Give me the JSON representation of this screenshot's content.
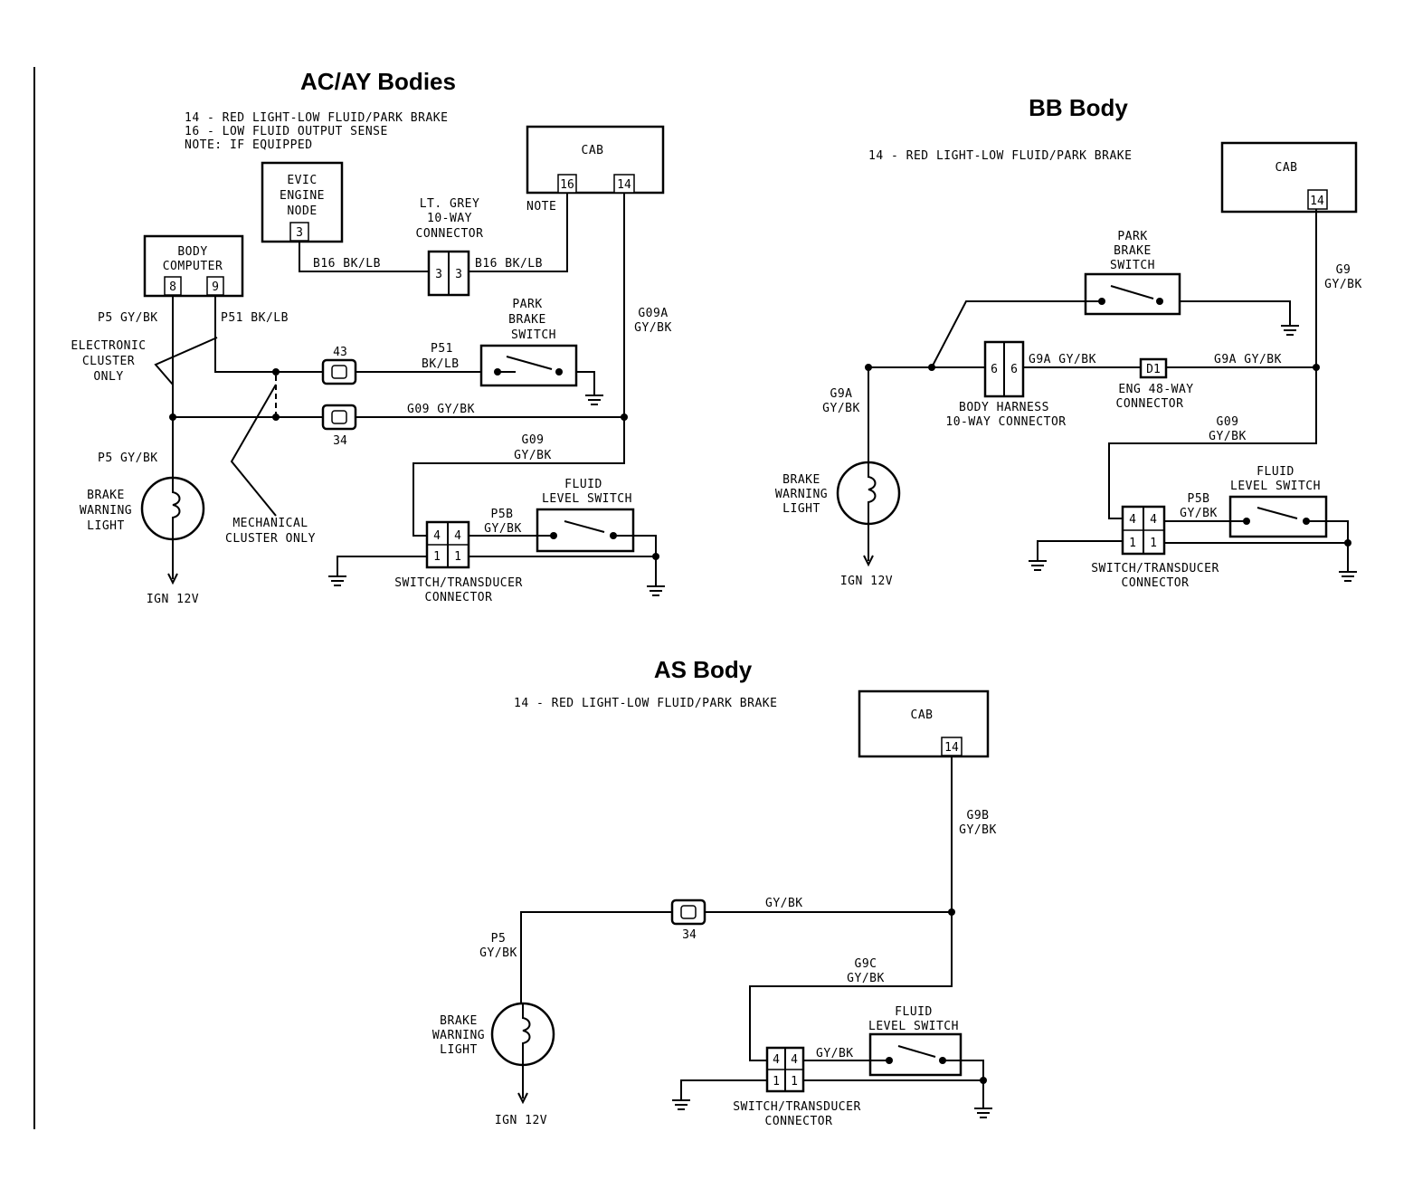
{
  "ac": {
    "title": "AC/AY Bodies",
    "legend": [
      "14 - RED LIGHT-LOW FLUID/PARK BRAKE",
      "16 - LOW FLUID OUTPUT SENSE",
      "NOTE: IF EQUIPPED"
    ],
    "cab": "CAB",
    "cab_pin_a": "16",
    "cab_pin_b": "14",
    "note": "NOTE",
    "evic": [
      "EVIC",
      "ENGINE",
      "NODE"
    ],
    "evic_pin": "3",
    "connector": [
      "LT. GREY",
      "10-WAY",
      "CONNECTOR"
    ],
    "conn_pin_a": "3",
    "conn_pin_b": "3",
    "b16_left": "B16 BK/LB",
    "b16_right": "B16 BK/LB",
    "body_computer": [
      "BODY",
      "COMPUTER"
    ],
    "bc_pin_a": "8",
    "bc_pin_b": "9",
    "p5_top": "P5 GY/BK",
    "p51_top": "P51 BK/LB",
    "electronic": [
      "ELECTRONIC",
      "CLUSTER",
      "ONLY"
    ],
    "splice_43": "43",
    "p51_mid": [
      "P51",
      "BK/LB"
    ],
    "park_brake": [
      "PARK",
      "BRAKE",
      "SWITCH"
    ],
    "g09a": [
      "G09A",
      "GY/BK"
    ],
    "splice_34": "34",
    "g09_mid": "G09 GY/BK",
    "g09_low": [
      "G09",
      "GY/BK"
    ],
    "p5_low": "P5 GY/BK",
    "brake_light": [
      "BRAKE",
      "WARNING",
      "LIGHT"
    ],
    "mechanical": [
      "MECHANICAL",
      "CLUSTER ONLY"
    ],
    "fluid": [
      "FLUID",
      "LEVEL SWITCH"
    ],
    "p5b": [
      "P5B",
      "GY/BK"
    ],
    "sw_pins": [
      "4",
      "4",
      "1",
      "1"
    ],
    "switch_conn": [
      "SWITCH/TRANSDUCER",
      "CONNECTOR"
    ],
    "ign": "IGN 12V"
  },
  "bb": {
    "title": "BB Body",
    "legend": "14 - RED LIGHT-LOW FLUID/PARK BRAKE",
    "cab": "CAB",
    "cab_pin": "14",
    "park_brake": [
      "PARK",
      "BRAKE",
      "SWITCH"
    ],
    "g9": [
      "G9",
      "GY/BK"
    ],
    "harness_pins": [
      "6",
      "6"
    ],
    "g9a_mid": "G9A GY/BK",
    "d1": "D1",
    "g9a_right": "G9A GY/BK",
    "harness": [
      "BODY HARNESS",
      "10-WAY CONNECTOR"
    ],
    "eng": [
      "ENG 48-WAY",
      "CONNECTOR"
    ],
    "g9a_left": [
      "G9A",
      "GY/BK"
    ],
    "g09": [
      "G09",
      "GY/BK"
    ],
    "brake_light": [
      "BRAKE",
      "WARNING",
      "LIGHT"
    ],
    "fluid": [
      "FLUID",
      "LEVEL SWITCH"
    ],
    "p5b": [
      "P5B",
      "GY/BK"
    ],
    "sw_pins": [
      "4",
      "4",
      "1",
      "1"
    ],
    "switch_conn": [
      "SWITCH/TRANSDUCER",
      "CONNECTOR"
    ],
    "ign": "IGN 12V"
  },
  "as": {
    "title": "AS Body",
    "legend": "14 - RED LIGHT-LOW FLUID/PARK BRAKE",
    "cab": "CAB",
    "cab_pin": "14",
    "g9b": [
      "G9B",
      "GY/BK"
    ],
    "splice_34": "34",
    "gybk": "GY/BK",
    "p5": [
      "P5",
      "GY/BK"
    ],
    "g9c": [
      "G9C",
      "GY/BK"
    ],
    "brake_light": [
      "BRAKE",
      "WARNING",
      "LIGHT"
    ],
    "fluid": [
      "FLUID",
      "LEVEL SWITCH"
    ],
    "gybk_sw": "GY/BK",
    "sw_pins": [
      "4",
      "4",
      "1",
      "1"
    ],
    "switch_conn": [
      "SWITCH/TRANSDUCER",
      "CONNECTOR"
    ],
    "ign": "IGN 12V"
  }
}
